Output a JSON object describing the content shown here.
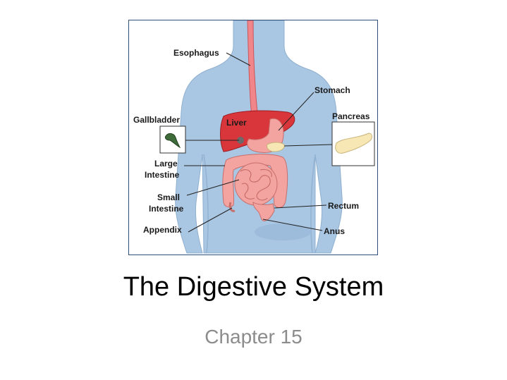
{
  "diagram": {
    "labels": {
      "esophagus": "Esophagus",
      "stomach": "Stomach",
      "gallbladder": "Gallbladder",
      "liver": "Liver",
      "pancreas": "Pancreas",
      "large_intestine_1": "Large",
      "large_intestine_2": "Intestine",
      "small_intestine_1": "Small",
      "small_intestine_2": "Intestine",
      "rectum": "Rectum",
      "appendix": "Appendix",
      "anus": "Anus"
    },
    "colors": {
      "body": "#a9c6e2",
      "organ_red": "#d9363b",
      "intestine_pink": "#f3a4a0",
      "gallbladder_green": "#3e6b3a",
      "pancreas_yellow": "#f6e7b5",
      "frame": "#2f4f7a"
    }
  },
  "slide": {
    "title": "The Digestive System",
    "subtitle": "Chapter 15"
  }
}
